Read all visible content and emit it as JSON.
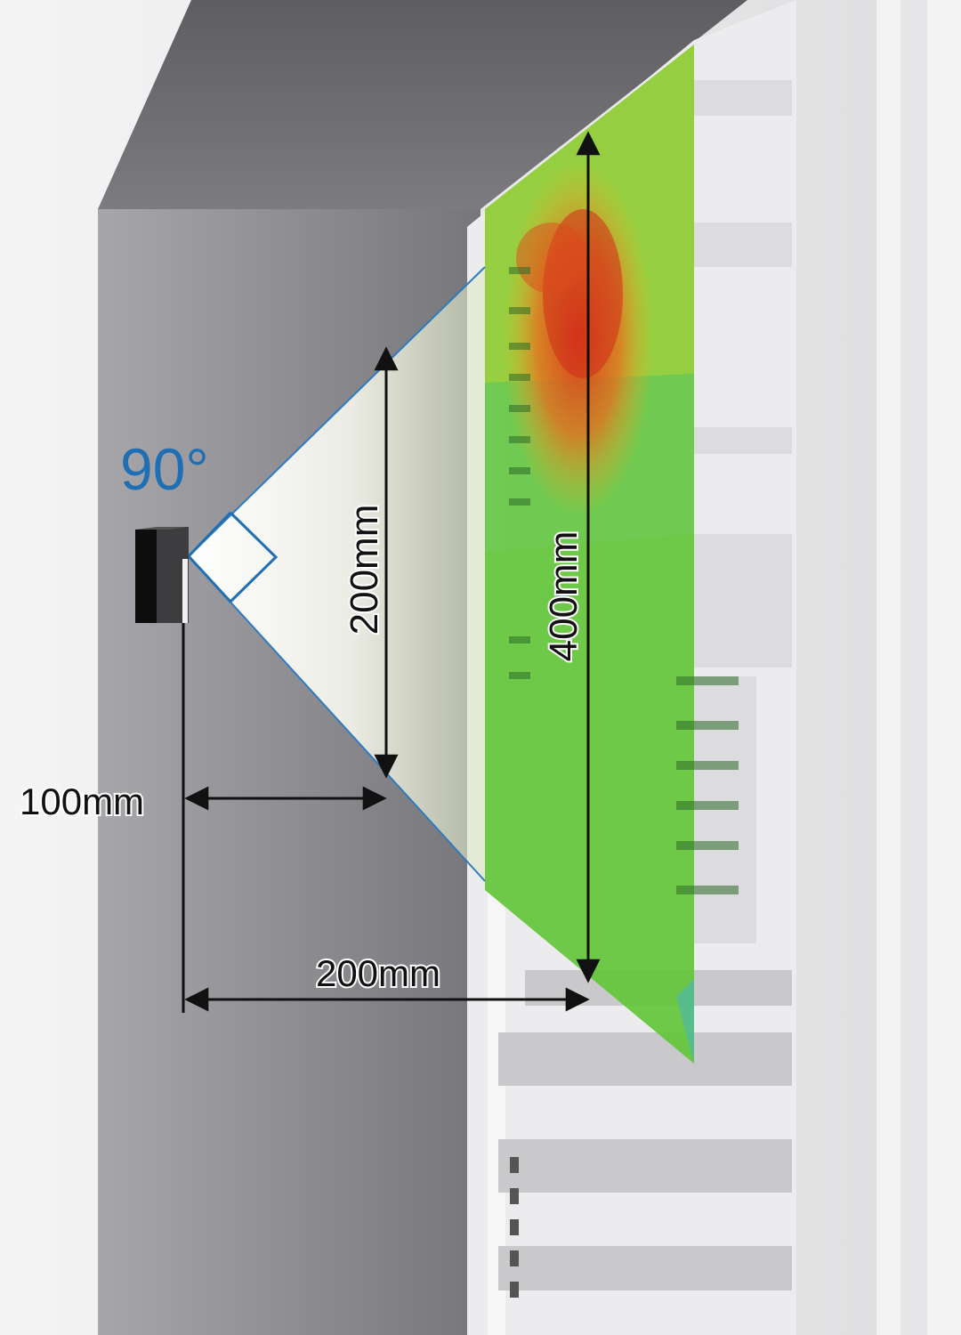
{
  "labels": {
    "angle": "90°",
    "sensor_distance": "100mm",
    "view_height": "200mm",
    "total_distance": "200mm",
    "coverage_height": "400mm"
  },
  "colors": {
    "angle_text": "#1f6fb2",
    "fov_edge": "#2f7bbf",
    "dimension_line": "#111111",
    "enclosure_wall": "#8f8f93",
    "enclosure_top": "#6d6d71",
    "rack": "#ececee",
    "heat_cool": "#4cc23a",
    "heat_warm": "#f2b01e",
    "heat_hot": "#e0401c"
  }
}
